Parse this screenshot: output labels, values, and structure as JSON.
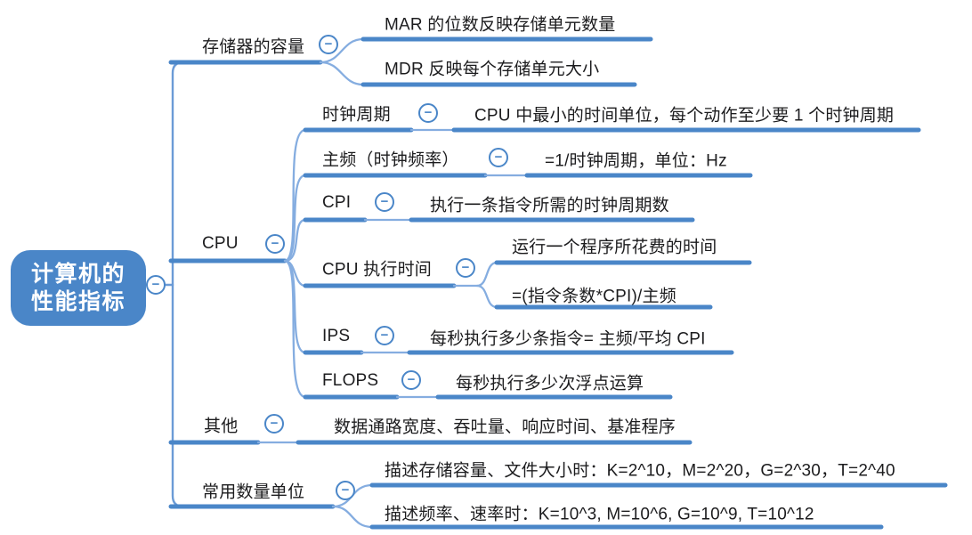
{
  "root": {
    "line1": "计算机的",
    "line2": "性能指标"
  },
  "toggle_glyph": "−",
  "colors": {
    "accent": "#4a86c8",
    "line_light": "#85ade0",
    "trunk": "#6b9bd6",
    "text": "#1c1c1e",
    "root_text": "#ffffff",
    "background": "#ffffff"
  },
  "branches": {
    "memory": {
      "label": "存储器的容量",
      "mar": "MAR 的位数反映存储单元数量",
      "mdr": "MDR 反映每个存储单元大小"
    },
    "cpu": {
      "label": "CPU",
      "clock_cycle": {
        "label": "时钟周期",
        "desc": "CPU 中最小的时间单位，每个动作至少要 1 个时钟周期"
      },
      "main_freq": {
        "label": "主频（时钟频率）",
        "desc": "=1/时钟周期，单位：Hz"
      },
      "cpi": {
        "label": "CPI",
        "desc": "执行一条指令所需的时钟周期数"
      },
      "exec_time": {
        "label": "CPU 执行时间",
        "definition": "运行一个程序所花费的时间",
        "formula": "=(指令条数*CPI)/主频"
      },
      "ips": {
        "label": "IPS",
        "desc": "每秒执行多少条指令= 主频/平均 CPI"
      },
      "flops": {
        "label": "FLOPS",
        "desc": "每秒执行多少次浮点运算"
      }
    },
    "others": {
      "label": "其他",
      "desc": "数据通路宽度、吞吐量、响应时间、基准程序"
    },
    "units": {
      "label": "常用数量单位",
      "storage": "描述存储容量、文件大小时：K=2^10，M=2^20，G=2^30，T=2^40",
      "rate": "描述频率、速率时：K=10^3, M=10^6, G=10^9, T=10^12"
    }
  }
}
